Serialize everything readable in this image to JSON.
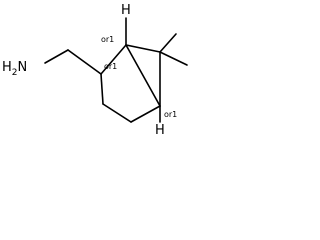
{
  "molecule": {
    "amine_label": "H2N",
    "amine_label_main": "H",
    "amine_label_sub": "2",
    "amine_label_tail": "N",
    "h_top": "H",
    "h_bottom": "H",
    "stereo_top": "or1",
    "stereo_left": "or1",
    "stereo_bottom": "or1"
  }
}
